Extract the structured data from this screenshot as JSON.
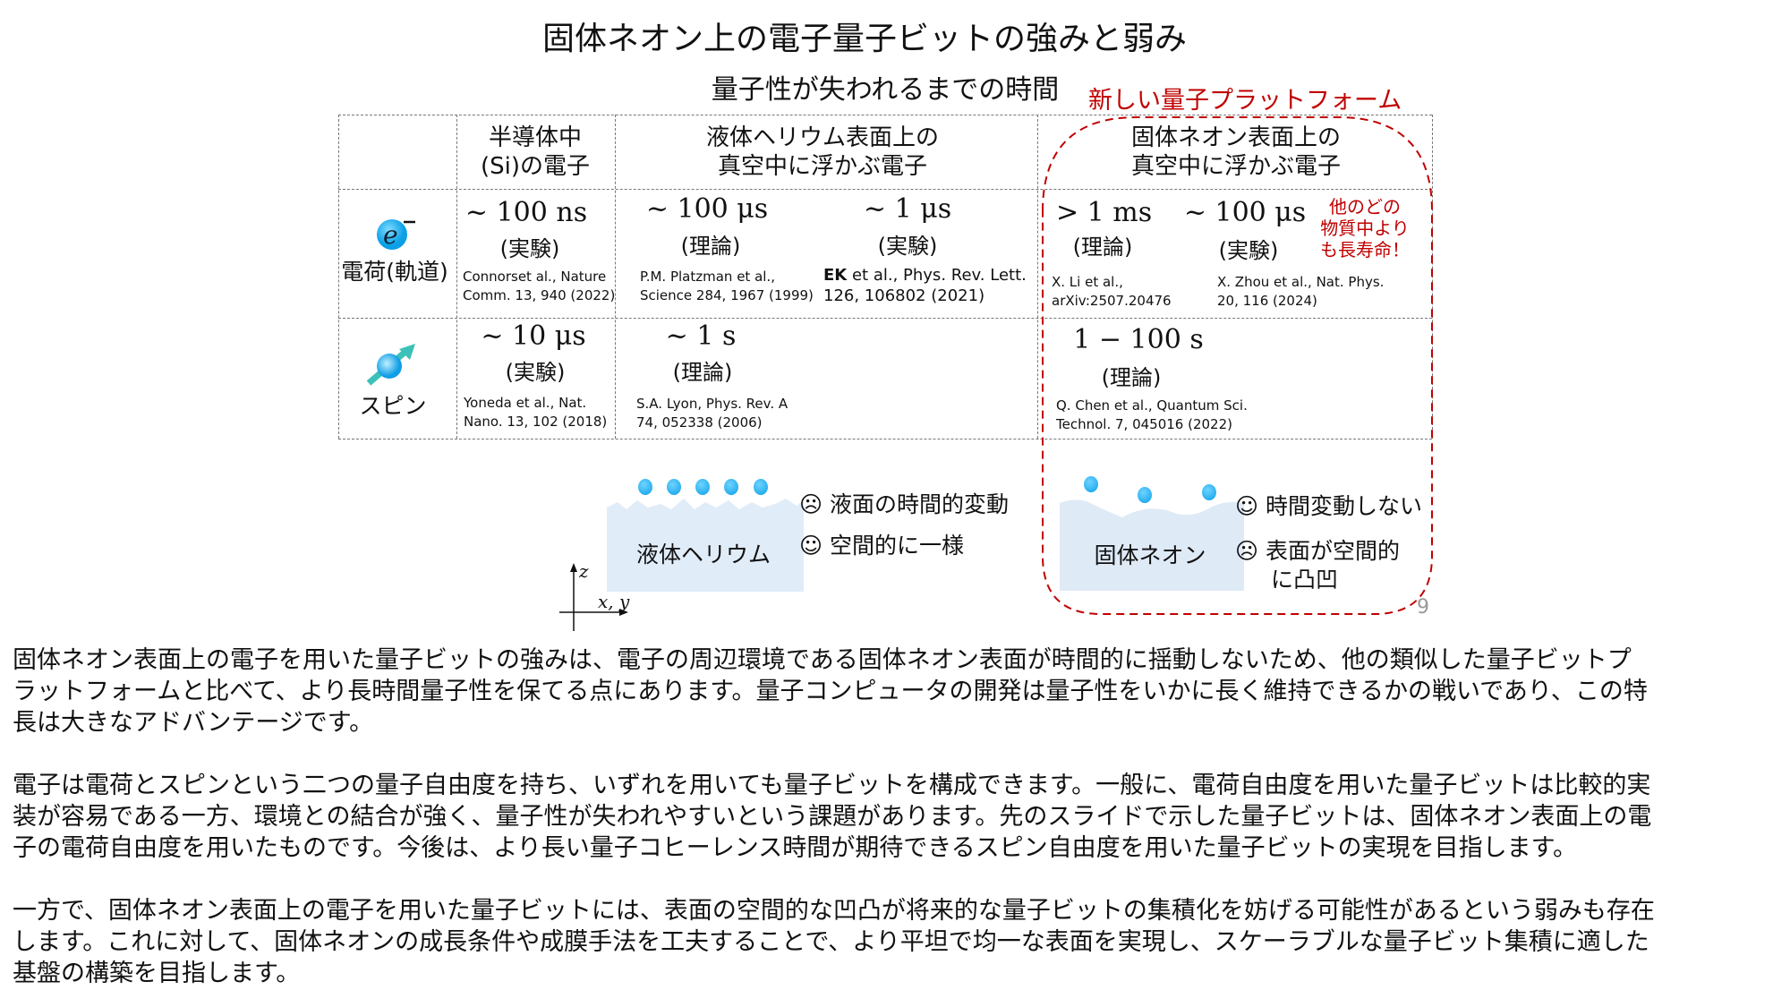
{
  "title": "固体ネオン上の電子量子ビットの強みと弱み",
  "subtitle": "量子性が失われるまでの時間",
  "new_platform": "新しい量子プラットフォーム",
  "table": {
    "headers": {
      "si": [
        "半導体中",
        "(Si)の電子"
      ],
      "he": [
        "液体ヘリウム表面上の",
        "真空中に浮かぶ電子"
      ],
      "ne": [
        "固体ネオン表面上の",
        "真空中に浮かぶ電子"
      ]
    },
    "rows": {
      "charge": {
        "label": "電荷(軌道)",
        "icon": "electron-icon",
        "si": {
          "value": "~ 100 ns",
          "kind": "(実験)",
          "cite": [
            "Connorset al., Nature",
            "Comm. 13, 940 (2022)"
          ]
        },
        "he_theory": {
          "value": "~ 100 μs",
          "kind": "(理論)",
          "cite": [
            "P.M. Platzman et al.,",
            "Science 284, 1967 (1999)"
          ]
        },
        "he_exp": {
          "value": "~ 1 μs",
          "kind": "(実験)",
          "cite_bold": "EK",
          "cite": [
            " et al., Phys. Rev. Lett.",
            "126, 106802 (2021)"
          ]
        },
        "ne_theory": {
          "value": "> 1 ms",
          "kind": "(理論)",
          "cite": [
            "X. Li et al.,",
            "arXiv:2507.20476"
          ]
        },
        "ne_exp": {
          "value": "~ 100 μs",
          "kind": "(実験)",
          "cite": [
            "X. Zhou et al., Nat. Phys.",
            "20, 116 (2024)"
          ]
        },
        "note": [
          "他のどの",
          "物質中より",
          "も長寿命！"
        ]
      },
      "spin": {
        "label": "スピン",
        "icon": "spin-icon",
        "si": {
          "value": "~ 10 μs",
          "kind": "(実験)",
          "cite": [
            "Yoneda et al., Nat.",
            "Nano. 13, 102 (2018)"
          ]
        },
        "he": {
          "value": "~ 1 s",
          "kind": "(理論)",
          "cite": [
            "S.A. Lyon, Phys. Rev. A",
            "74, 052338 (2006)"
          ]
        },
        "ne": {
          "value": "1 − 100 s",
          "kind": "(理論)",
          "cite": [
            "Q. Chen et al., Quantum Sci.",
            "Technol. 7, 045016 (2022)"
          ]
        }
      }
    }
  },
  "diagram": {
    "helium": {
      "label": "液体ヘリウム",
      "bad": "液面の時間的変動",
      "good": "空間的に一様"
    },
    "neon": {
      "label": "固体ネオン",
      "good": "時間変動しない",
      "bad": [
        "表面が空間的",
        "に凸凹"
      ]
    },
    "axis": {
      "z": "z",
      "xy": "x, y"
    },
    "frown": "☹",
    "smile": "☺"
  },
  "page_number": "9",
  "paragraphs": [
    [
      "固体ネオン表面上の電子を用いた量子ビットの強みは、電子の周辺環境である固体ネオン表面が時間的に揺動しないため、他の類似した量子ビットプ",
      "ラットフォームと比べて、より長時間量子性を保てる点にあります。量子コンピュータの開発は量子性をいかに長く維持できるかの戦いであり、この特",
      "長は大きなアドバンテージです。"
    ],
    [
      "電子は電荷とスピンという二つの量子自由度を持ち、いずれを用いても量子ビットを構成できます。一般に、電荷自由度を用いた量子ビットは比較的実",
      "装が容易である一方、環境との結合が強く、量子性が失われやすいという課題があります。先のスライドで示した量子ビットは、固体ネオン表面上の電",
      "子の電荷自由度を用いたものです。今後は、より長い量子コヒーレンス時間が期待できるスピン自由度を用いた量子ビットの実現を目指します。"
    ],
    [
      "一方で、固体ネオン表面上の電子を用いた量子ビットには、表面の空間的な凹凸が将来的な量子ビットの集積化を妨げる可能性があるという弱みも存在",
      "します。これに対して、固体ネオンの成長条件や成膜手法を工夫することで、より平坦で均一な表面を実現し、スケーラブルな量子ビット集積に適した",
      "基盤の構築を目指します。"
    ]
  ],
  "colors": {
    "accent_red": "#c00000",
    "electron_blue": "#0aa0e8",
    "surface": "#dfeaf7"
  }
}
